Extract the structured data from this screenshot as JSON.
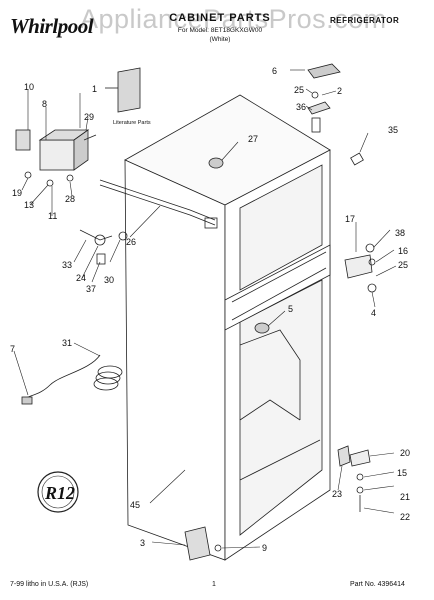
{
  "header": {
    "brand": "Whirlpool",
    "watermark": "AppliancePartsPros.com",
    "title": "CABINET PARTS",
    "subtitle_line1": "For Model: 8ET18GKXGW00",
    "subtitle_line2": "(White)",
    "category": "REFRIGERATOR"
  },
  "diagram": {
    "callouts": [
      "1",
      "2",
      "3",
      "4",
      "5",
      "6",
      "7",
      "8",
      "9",
      "10",
      "11",
      "13",
      "15",
      "16",
      "17",
      "19",
      "20",
      "21",
      "22",
      "23",
      "24",
      "25",
      "25",
      "26",
      "27",
      "28",
      "29",
      "30",
      "31",
      "33",
      "35",
      "36",
      "37",
      "38",
      "45"
    ],
    "literature_label": "Literature Parts",
    "logo_text": "R12"
  },
  "footer": {
    "printed": "7-99 litho in U.S.A. (RJS)",
    "page": "1",
    "part_no": "Part No. 4396414"
  }
}
